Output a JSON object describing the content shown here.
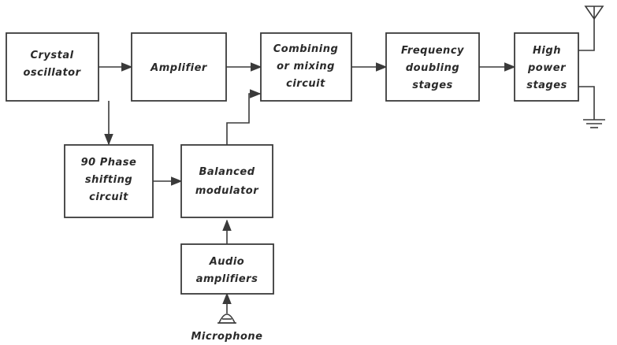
{
  "blocks": {
    "crystal_oscillator": [
      "Crystal",
      "oscillator"
    ],
    "amplifier": [
      "Amplifier"
    ],
    "combining_circuit": [
      "Combining",
      "or mixing",
      "circuit"
    ],
    "frequency_doubling": [
      "Frequency",
      "doubling",
      "stages"
    ],
    "high_power": [
      "High",
      "power",
      "stages"
    ],
    "phase_shifter": [
      "90 Phase",
      "shifting",
      "circuit"
    ],
    "balanced_modulator": [
      "Balanced",
      "modulator"
    ],
    "audio_amplifiers": [
      "Audio",
      "amplifiers"
    ]
  },
  "microphone_label": "Microphone",
  "colors": {
    "line": "#3a3a3a",
    "text": "#2a2a2a",
    "background": "#ffffff"
  },
  "icons": [
    "antenna-icon",
    "ground-icon",
    "microphone-icon"
  ]
}
